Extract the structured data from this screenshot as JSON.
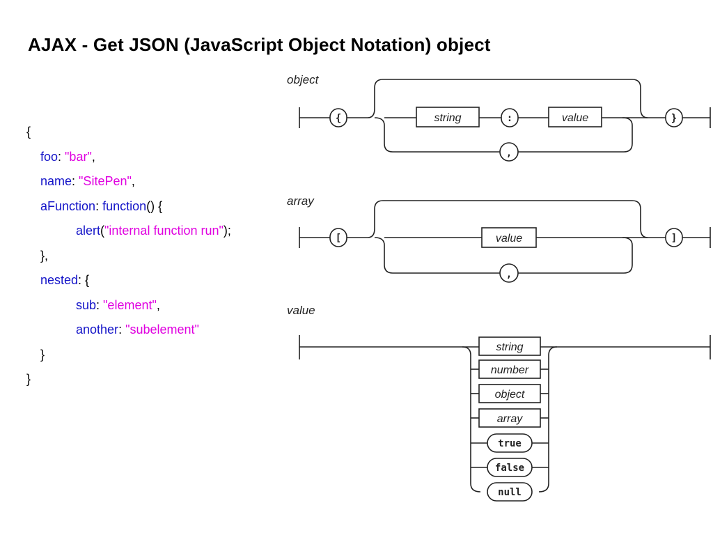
{
  "slide": {
    "title": "AJAX - Get JSON (JavaScript Object Notation) object"
  },
  "code": {
    "open_brace": "{",
    "foo_key": "foo",
    "foo_value": "\"bar\"",
    "name_key": "name",
    "name_value": "\"SitePen\"",
    "afunction_key": "aFunction",
    "function_keyword": "function",
    "function_rest": "() {",
    "alert_call": "alert",
    "alert_arg": "\"internal function run\"",
    "alert_tail": ");",
    "close_fn": "},",
    "nested_key": "nested",
    "nested_rest": ": {",
    "sub_key": "sub",
    "sub_value": "\"element\"",
    "another_key": "another",
    "another_value": "\"subelement\"",
    "close_nested": "}",
    "close_brace": "}"
  },
  "diagram": {
    "object": {
      "label": "object",
      "open": "{",
      "string": "string",
      "colon": ":",
      "value": "value",
      "close": "}",
      "comma": ","
    },
    "array": {
      "label": "array",
      "open": "[",
      "value": "value",
      "close": "]",
      "comma": ","
    },
    "value": {
      "label": "value",
      "options": [
        "string",
        "number",
        "object",
        "array"
      ],
      "literals": [
        "true",
        "false",
        "null"
      ]
    }
  }
}
